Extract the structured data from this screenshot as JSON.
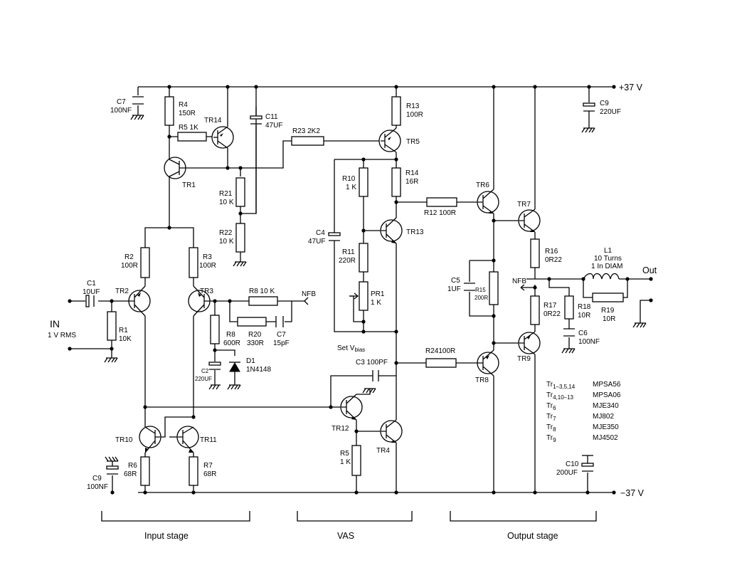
{
  "rails": {
    "pos": "+37 V",
    "neg": "−37 V"
  },
  "input": {
    "in": "IN",
    "vrms": "1 V RMS"
  },
  "out": "Out",
  "nfb": "NFB",
  "set_vbias": {
    "set": "Set V",
    "sub": "bias"
  },
  "sections": {
    "input": "Input stage",
    "vas": "VAS",
    "output": "Output stage"
  },
  "components": {
    "C7a": [
      "C7",
      "100NF"
    ],
    "R4": [
      "R4",
      "150R"
    ],
    "R5": "R5  1K",
    "TR14": "TR14",
    "C11": [
      "C11",
      "47UF"
    ],
    "R23": "R23  2K2",
    "R13": [
      "R13",
      "100R"
    ],
    "TR5": "TR5",
    "C9a": [
      "C9",
      "220UF"
    ],
    "TR1": "TR1",
    "R21": [
      "R21",
      "10 K"
    ],
    "R22": [
      "R22",
      "10 K"
    ],
    "R10": [
      "R10",
      "1 K"
    ],
    "R14": [
      "R14",
      "16R"
    ],
    "TR6": "TR6",
    "R12": "R12  100R",
    "TR7": "TR7",
    "C4": [
      "C4",
      "47UF"
    ],
    "TR13": "TR13",
    "R11": [
      "R11",
      "220R"
    ],
    "R2": [
      "R2",
      "100R"
    ],
    "R3": [
      "R3",
      "100R"
    ],
    "R16": [
      "R16",
      "0R22"
    ],
    "L1": [
      "L1",
      "10 Turns",
      "1 In DIAM"
    ],
    "C1": [
      "C1",
      "10UF"
    ],
    "TR2": "TR2",
    "TR3": "TR3",
    "R8a": "R8   10 K",
    "C5": [
      "C5",
      "1UF"
    ],
    "R15": [
      "R15",
      "200R"
    ],
    "PR1": [
      "PR1",
      "1 K"
    ],
    "R1": [
      "R1",
      "10K"
    ],
    "R8b": [
      "R8",
      "600R"
    ],
    "R20": [
      "R20",
      "330R"
    ],
    "C7b": [
      "C7",
      "15pF"
    ],
    "R17": [
      "R17",
      "0R22"
    ],
    "R18": [
      "R18",
      "10R"
    ],
    "R19": [
      "R19",
      "10R"
    ],
    "C6": [
      "C6",
      "100NF"
    ],
    "TR9": "TR9",
    "D1": [
      "D1",
      "1N4148"
    ],
    "C2": [
      "C2",
      "220UF"
    ],
    "C3": "C3 100PF",
    "R24": "R24100R",
    "TR8": "TR8",
    "TR12": "TR12",
    "TR10": "TR10",
    "TR11": "TR11",
    "TR4": "TR4",
    "R6": [
      "R6",
      "68R"
    ],
    "R7": [
      "R7",
      "68R"
    ],
    "R5b": [
      "R5",
      "1 K"
    ],
    "C9b": [
      "C9",
      "100NF"
    ],
    "C10": [
      "C10",
      "200UF"
    ]
  },
  "parts_list": [
    {
      "tr": "Tr",
      "sub": "1–3,5,14",
      "part": "MPSA56"
    },
    {
      "tr": "Tr",
      "sub": "4,10–13",
      "part": "MPSA06"
    },
    {
      "tr": "Tr",
      "sub": "6",
      "part": "MJE340"
    },
    {
      "tr": "Tr",
      "sub": "7",
      "part": "MJ802"
    },
    {
      "tr": "Tr",
      "sub": "8",
      "part": "MJE350"
    },
    {
      "tr": "Tr",
      "sub": "9",
      "part": "MJ4502"
    }
  ]
}
